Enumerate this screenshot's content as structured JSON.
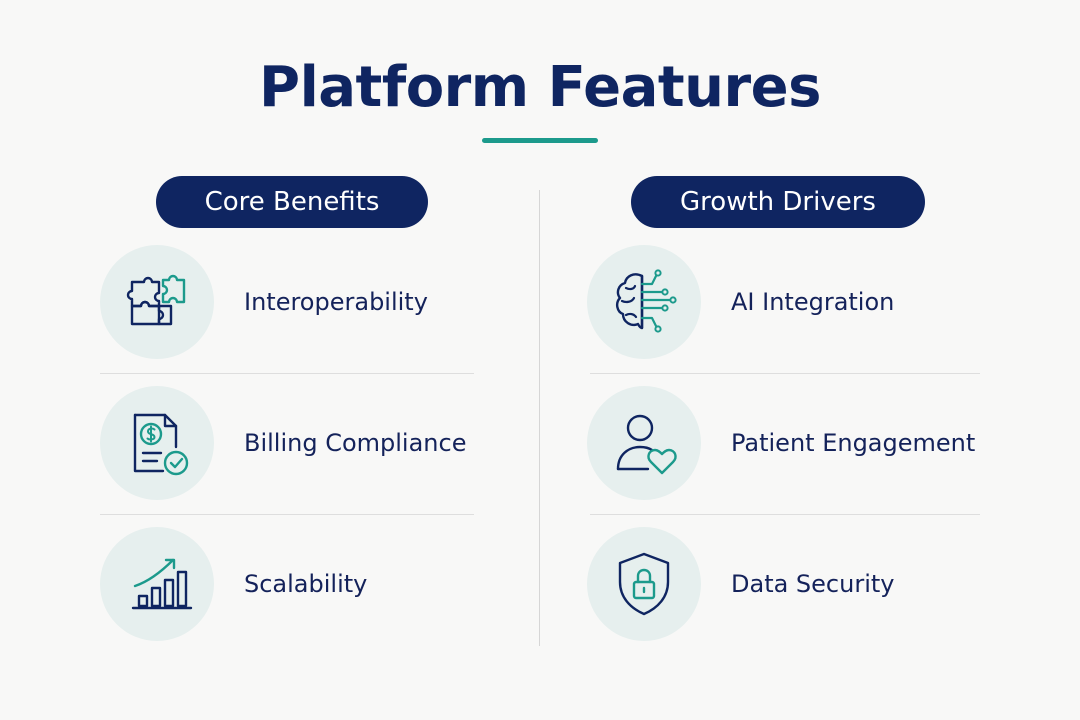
{
  "page": {
    "title": "Platform Features"
  },
  "colors": {
    "navy": "#0f2561",
    "teal": "#1c9a8c",
    "icon_bg": "#e6efee",
    "background": "#f8f8f7"
  },
  "columns": [
    {
      "heading": "Core Benefits",
      "items": [
        {
          "label": "Interoperability",
          "icon": "puzzle-icon"
        },
        {
          "label": "Billing Compliance",
          "icon": "billing-document-icon"
        },
        {
          "label": "Scalability",
          "icon": "growth-chart-icon"
        }
      ]
    },
    {
      "heading": "Growth Drivers",
      "items": [
        {
          "label": "AI Integration",
          "icon": "ai-brain-icon"
        },
        {
          "label": "Patient Engagement",
          "icon": "patient-heart-icon"
        },
        {
          "label": "Data Security",
          "icon": "shield-lock-icon"
        }
      ]
    }
  ]
}
